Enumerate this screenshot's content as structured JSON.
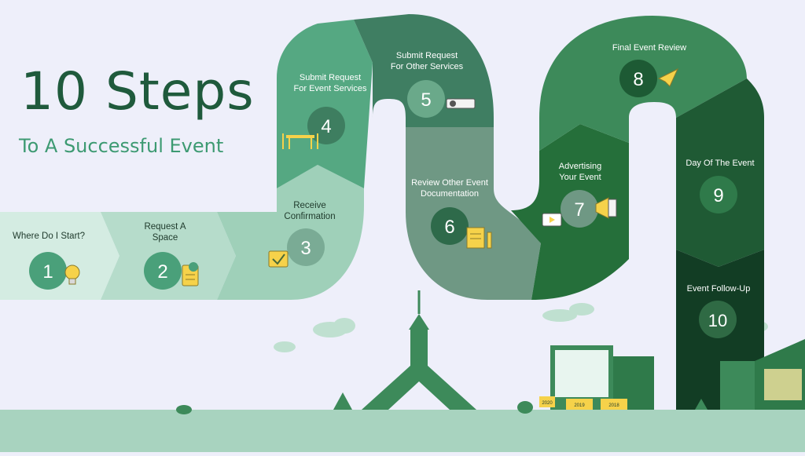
{
  "title": "10 Steps",
  "subtitle": "To A Successful Event",
  "steps": [
    {
      "num": "1",
      "label": [
        "Where Do I Start?"
      ]
    },
    {
      "num": "2",
      "label": [
        "Request A",
        "Space"
      ]
    },
    {
      "num": "3",
      "label": [
        "Receive",
        "Confirmation"
      ]
    },
    {
      "num": "4",
      "label": [
        "Submit Request",
        "For Event Services"
      ]
    },
    {
      "num": "5",
      "label": [
        "Submit Request",
        "For Other Services"
      ]
    },
    {
      "num": "6",
      "label": [
        "Review Other Event",
        "Documentation"
      ]
    },
    {
      "num": "7",
      "label": [
        "Advertising",
        "Your Event"
      ]
    },
    {
      "num": "8",
      "label": [
        "Final Event Review"
      ]
    },
    {
      "num": "9",
      "label": [
        "Day Of The Event"
      ]
    },
    {
      "num": "10",
      "label": [
        "Event Follow-Up"
      ]
    }
  ],
  "years": [
    "2020",
    "2019",
    "2018"
  ],
  "colors": {
    "background": "#eeeffa",
    "ground": "#a8d3bf",
    "title": "#1f5a3c",
    "subtitle": "#3d9a72",
    "accent_yellow": "#f6d24a"
  },
  "icons": [
    "lightbulb-icon",
    "clipboard-check-icon",
    "checkbox-icon",
    "table-chairs-icon",
    "projector-icon",
    "documents-pencil-icon",
    "megaphone-icon",
    "video-icon",
    "paper-plane-icon"
  ]
}
